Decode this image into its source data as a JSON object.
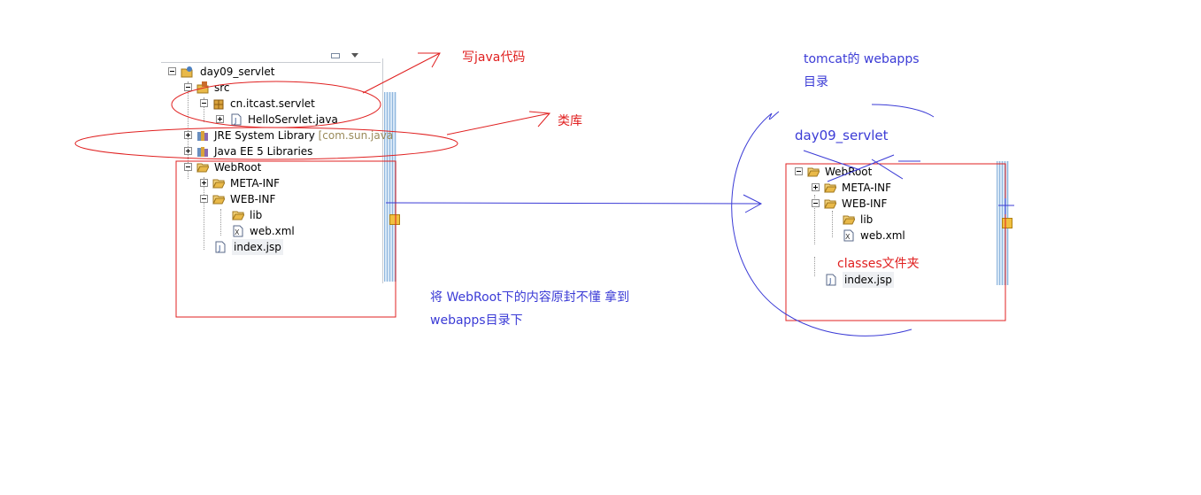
{
  "left_tree": {
    "project": "day09_servlet",
    "src": "src",
    "package": "cn.itcast.servlet",
    "servlet_file": "HelloServlet.java",
    "jre_library": "JRE System Library",
    "jre_suffix": "[com.sun.java",
    "javaee_library": "Java EE 5 Libraries",
    "webroot": "WebRoot",
    "meta_inf": "META-INF",
    "web_inf": "WEB-INF",
    "lib": "lib",
    "web_xml": "web.xml",
    "index_jsp": "index.jsp"
  },
  "right_tree": {
    "webroot": "WebRoot",
    "meta_inf": "META-INF",
    "web_inf": "WEB-INF",
    "lib": "lib",
    "web_xml": "web.xml",
    "classes_note": "classes文件夹",
    "index_jsp": "index.jsp"
  },
  "annotations": {
    "write_java": "写java代码",
    "libraries": "类库",
    "tomcat_line1": "tomcat的 webapps",
    "tomcat_line2": "目录",
    "day09_servlet": "day09_servlet",
    "move_line1": "将 WebRoot下的内容原封不懂 拿到",
    "move_line2": "webapps目录下"
  },
  "colors": {
    "annotation_red": "#e02020",
    "annotation_blue": "#3b3bd6",
    "folder": "#e9b949",
    "scrollbar": "#8fb6dd"
  }
}
